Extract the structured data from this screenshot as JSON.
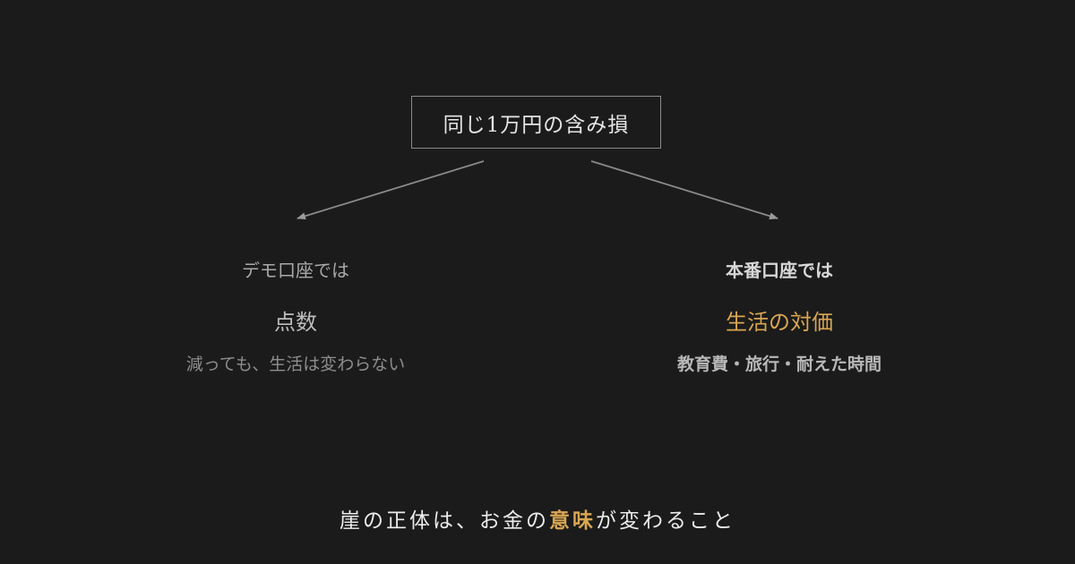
{
  "top": {
    "title": "同じ1万円の含み損"
  },
  "left": {
    "label": "デモ口座では",
    "big": "点数",
    "sub": "減っても、生活は変わらない"
  },
  "right": {
    "label": "本番口座では",
    "big": "生活の対価",
    "sub": "教育費・旅行・耐えた時間"
  },
  "bottom": {
    "part1": "崖の正体は、お金の",
    "accent": "意味",
    "part2": "が変わること"
  },
  "colors": {
    "background": "#1b1b1b",
    "accent": "#d9a653",
    "line": "#8a8a8a"
  }
}
